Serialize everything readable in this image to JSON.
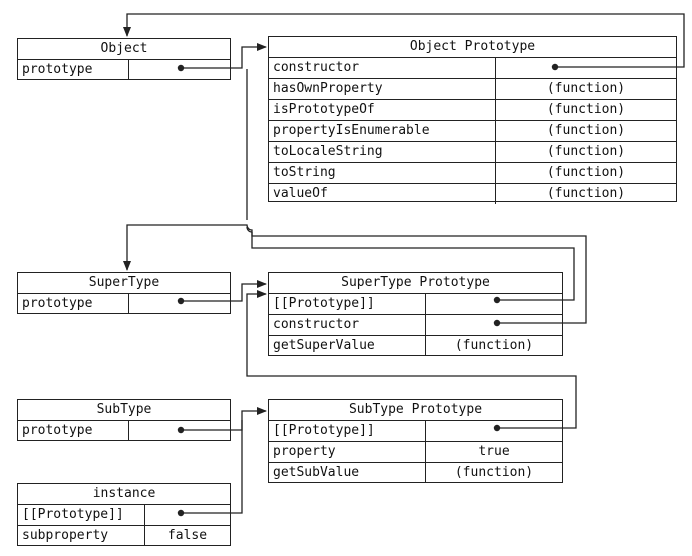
{
  "colors": {
    "line": "#222222",
    "text": "#111111",
    "background": "#ffffff"
  },
  "object": {
    "title": "Object",
    "rows": [
      {
        "key": "prototype",
        "value": ""
      }
    ]
  },
  "object_prototype": {
    "title": "Object Prototype",
    "rows": [
      {
        "key": "constructor",
        "value": ""
      },
      {
        "key": "hasOwnProperty",
        "value": "(function)"
      },
      {
        "key": "isPrototypeOf",
        "value": "(function)"
      },
      {
        "key": "propertyIsEnumerable",
        "value": "(function)"
      },
      {
        "key": "toLocaleString",
        "value": "(function)"
      },
      {
        "key": "toString",
        "value": "(function)"
      },
      {
        "key": "valueOf",
        "value": "(function)"
      }
    ]
  },
  "supertype": {
    "title": "SuperType",
    "rows": [
      {
        "key": "prototype",
        "value": ""
      }
    ]
  },
  "supertype_prototype": {
    "title": "SuperType Prototype",
    "rows": [
      {
        "key": "[[Prototype]]",
        "value": ""
      },
      {
        "key": "constructor",
        "value": ""
      },
      {
        "key": "getSuperValue",
        "value": "(function)"
      }
    ]
  },
  "subtype": {
    "title": "SubType",
    "rows": [
      {
        "key": "prototype",
        "value": ""
      }
    ]
  },
  "subtype_prototype": {
    "title": "SubType Prototype",
    "rows": [
      {
        "key": "[[Prototype]]",
        "value": ""
      },
      {
        "key": "property",
        "value": "true"
      },
      {
        "key": "getSubValue",
        "value": "(function)"
      }
    ]
  },
  "instance": {
    "title": "instance",
    "rows": [
      {
        "key": "[[Prototype]]",
        "value": ""
      },
      {
        "key": "subproperty",
        "value": "false"
      }
    ]
  }
}
